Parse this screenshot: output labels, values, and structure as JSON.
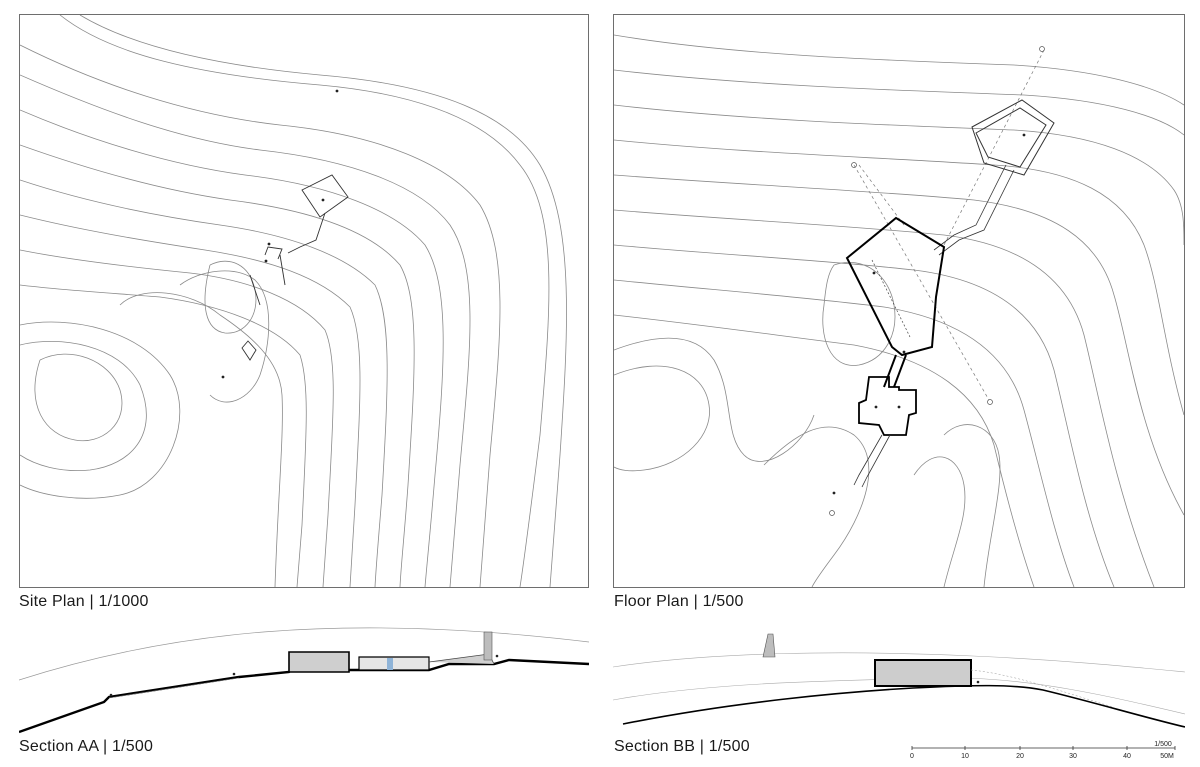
{
  "captions": {
    "site_plan": "Site Plan | 1/1000",
    "floor_plan": "Floor Plan | 1/500",
    "section_aa": "Section AA | 1/500",
    "section_bb": "Section BB | 1/500"
  },
  "scale_bar": {
    "ratio": "1/500",
    "ticks": [
      "0",
      "10",
      "20",
      "30",
      "40",
      "50M"
    ]
  },
  "colors": {
    "line": "#7a7a7a",
    "wall": "#111111",
    "frame": "#6e6e6e",
    "concrete": "#bdbdbd",
    "accent_blue": "#8fb4d8"
  }
}
